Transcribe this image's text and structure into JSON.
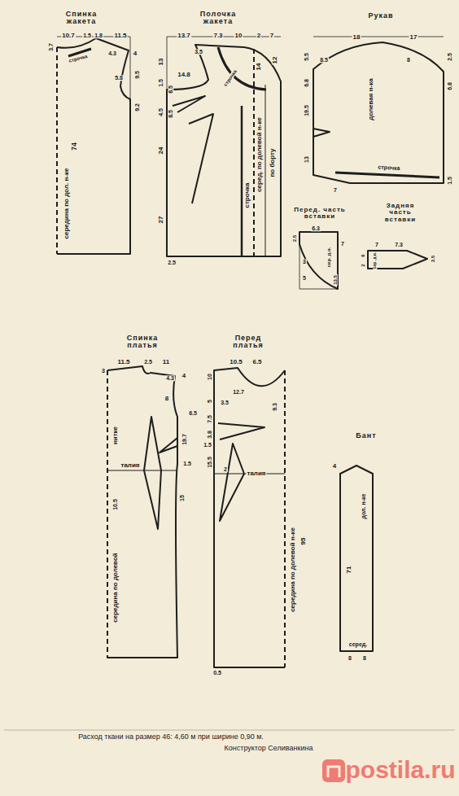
{
  "diagram": {
    "caption": "Расход ткани на размер 46: 4,60 м при ширине 0,90 м.",
    "labels": [
      "Спинка жакета",
      "10.7",
      "1.5",
      "1.8",
      "11.5",
      "3.7",
      "строчка",
      "4.3",
      "4",
      "5.8",
      "9.5",
      "9.2",
      "74",
      "середина по дол. н-ке",
      "Полочка жакета",
      "13.7",
      "7.3",
      "10",
      "2",
      "7",
      "3.5",
      "13",
      "14.8",
      "1.5",
      "8.5",
      "4.5",
      "8.5",
      "24",
      "27",
      "2.5",
      "строчка",
      "14",
      "12",
      "строчка",
      "серед. по долевой н-ке",
      "по борту",
      "Рукав",
      "18",
      "17",
      "5.5",
      "8.5",
      "8",
      "2.5",
      "6.8",
      "6.8",
      "19.5",
      "долевая н-ка",
      "13",
      "строчка",
      "7",
      "1.5",
      "Перед. часть вставки",
      "Задняя часть вставки",
      "6.3",
      "7",
      "2.5",
      "3",
      "5",
      "сер. д.н.",
      "13.5",
      "7",
      "7.3",
      "6",
      "2",
      "сер. д.н.",
      "3.5",
      "Спинка платья",
      "11.5",
      "2.5",
      "11",
      "3",
      "4.3",
      "4",
      "8",
      "6.5",
      "19.7",
      "нитке",
      "талия",
      "1.5",
      "15",
      "10.5",
      "середина по долевой",
      "Перед платья",
      "10.5",
      "6.5",
      "10",
      "12.7",
      "9.3",
      "5",
      "3.5",
      "7.5",
      "3.8",
      "1.5",
      "15.5",
      "2",
      "талия",
      "середина по долевой н-ке",
      "95",
      "0.5",
      "Бант",
      "4",
      "дол. н-ке",
      "71",
      "серед.",
      "8",
      "8",
      "Конструктор Селиванкина",
      "postila.ru"
    ]
  }
}
